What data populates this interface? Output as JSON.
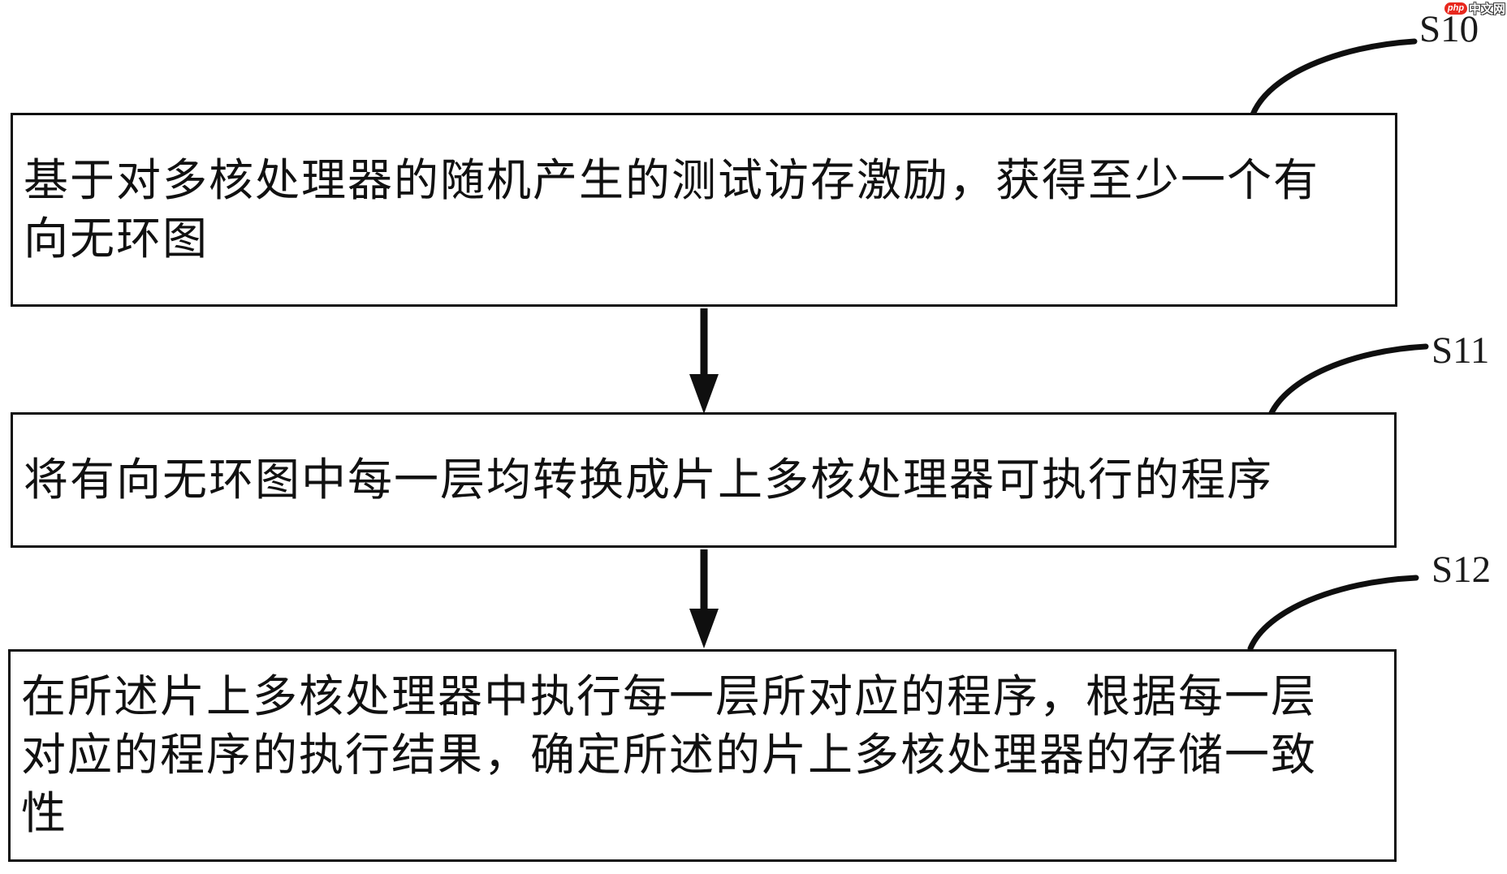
{
  "figure": {
    "type": "flowchart",
    "description": "patent-style vertical flowchart with three process boxes connected by down arrows, each box tagged by a curved leader line to a step label"
  },
  "colors": {
    "line": "#0f0f0f",
    "text": "#111111",
    "background": "#ffffff",
    "watermark_badge": "#e8281e",
    "watermark_text": "#3a3a3a"
  },
  "watermark": {
    "badge": "php",
    "suffix": "中文网"
  },
  "steps": [
    {
      "id": "S10",
      "lines": [
        "基于对多核处理器的随机产生的测试访存激励，获得至少一个有",
        "向无环图"
      ]
    },
    {
      "id": "S11",
      "lines": [
        "将有向无环图中每一层均转换成片上多核处理器可执行的程序"
      ]
    },
    {
      "id": "S12",
      "lines": [
        "在所述片上多核处理器中执行每一层所对应的程序，根据每一层",
        "对应的程序的执行结果，确定所述的片上多核处理器的存储一致",
        "性"
      ]
    }
  ]
}
